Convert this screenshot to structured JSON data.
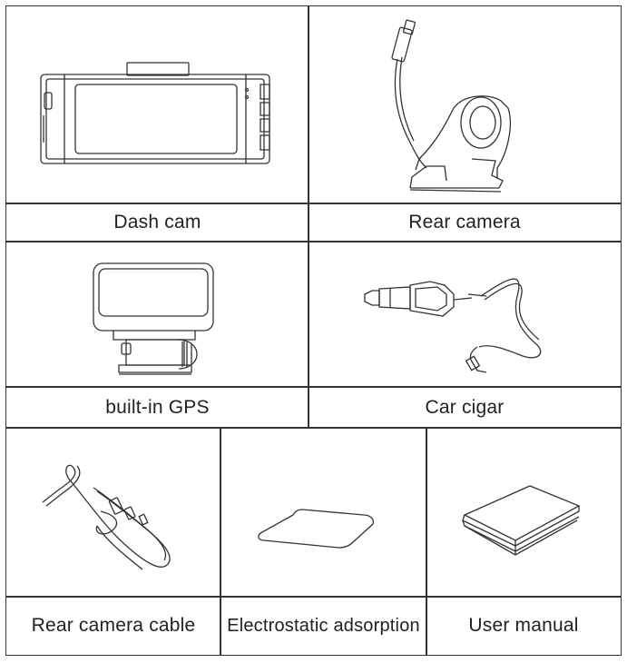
{
  "items": [
    {
      "label": "Dash cam",
      "icon": "dash-cam-icon"
    },
    {
      "label": "Rear camera",
      "icon": "rear-camera-icon"
    },
    {
      "label": "built-in GPS",
      "icon": "gps-mount-icon"
    },
    {
      "label": "Car cigar",
      "icon": "car-charger-icon"
    },
    {
      "label": "Rear camera cable",
      "icon": "cable-icon"
    },
    {
      "label": "Electrostatic adsorption",
      "icon": "adhesive-sticker-icon"
    },
    {
      "label": "User manual",
      "icon": "manual-icon"
    }
  ]
}
